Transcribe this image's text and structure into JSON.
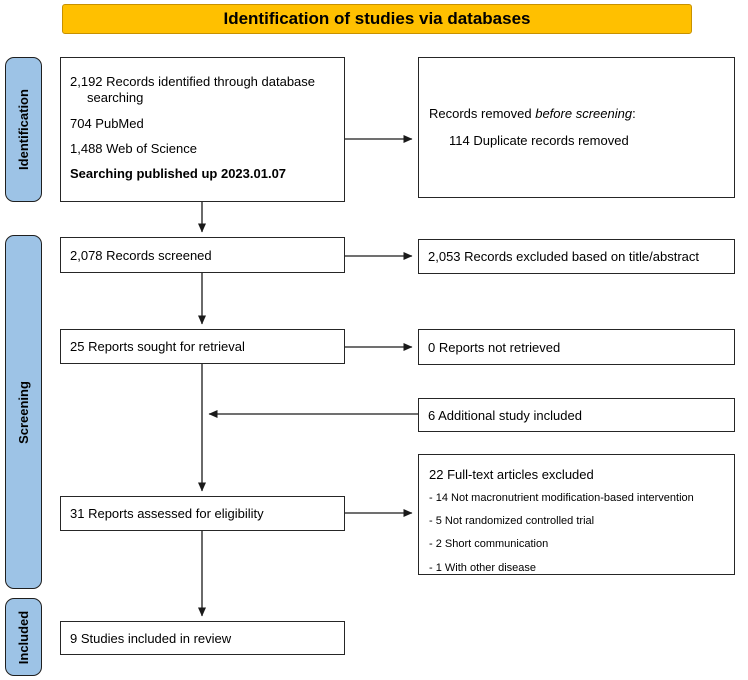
{
  "title": {
    "label": "Identification of studies via databases"
  },
  "colors": {
    "title_bg": "#FFC000",
    "stage_bg": "#9DC3E6",
    "border": "#262626"
  },
  "stages": [
    {
      "label": "Identification"
    },
    {
      "label": "Screening"
    },
    {
      "label": "Included"
    }
  ],
  "boxes": {
    "identified": {
      "line1": "2,192 Records identified through database searching",
      "line2": "704 PubMed",
      "line3": "1,488 Web of Science",
      "line4": "Searching published up 2023.01.07"
    },
    "removed": {
      "line1_prefix": "Records removed ",
      "line1_italic": "before screening",
      "line1_suffix": ":",
      "line2": "114 Duplicate records removed"
    },
    "screened": {
      "text": "2,078 Records screened"
    },
    "excluded_title_abstract": {
      "text": "2,053 Records excluded based on title/abstract"
    },
    "sought": {
      "text": "25 Reports sought for retrieval"
    },
    "not_retrieved": {
      "text": "0 Reports not retrieved"
    },
    "additional": {
      "text": "6 Additional study included"
    },
    "fulltext_excluded": {
      "heading": "22 Full-text articles excluded",
      "items": [
        "- 14 Not macronutrient modification-based intervention",
        "- 5 Not randomized controlled trial",
        "- 2 Short communication",
        "- 1 With other disease"
      ]
    },
    "assessed": {
      "text": "31 Reports assessed for eligibility"
    },
    "included_review": {
      "text": "9 Studies included in review"
    }
  }
}
